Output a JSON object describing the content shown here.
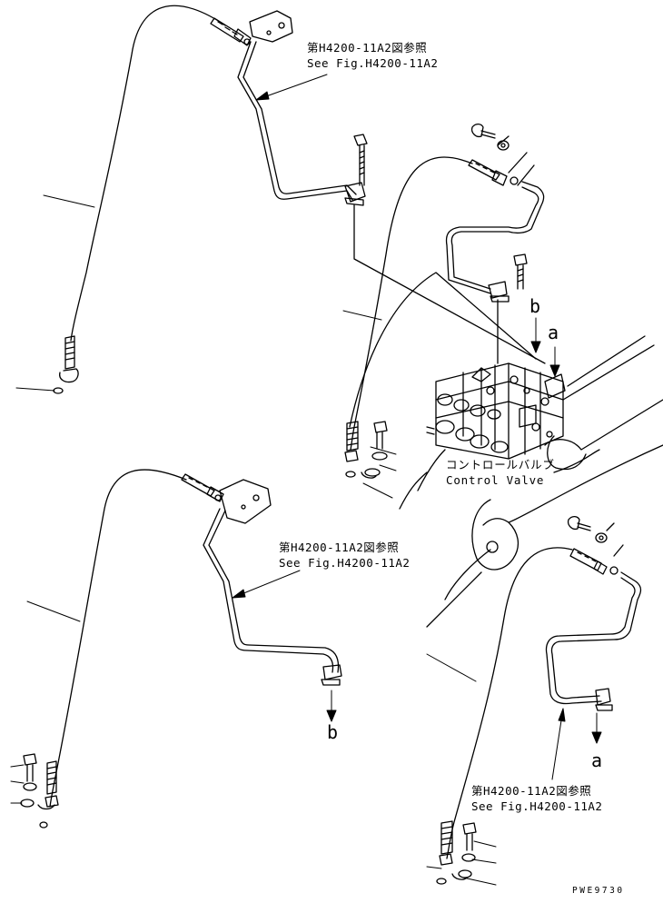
{
  "references": {
    "ref_top": {
      "jp": "第H4200-11A2図参照",
      "en": "See Fig.H4200-11A2"
    },
    "ref_middle": {
      "jp": "第H4200-11A2図参照",
      "en": "See Fig.H4200-11A2"
    },
    "ref_bottom": {
      "jp": "第H4200-11A2図参照",
      "en": "See Fig.H4200-11A2"
    }
  },
  "control_valve": {
    "jp": "コントロールバルブ",
    "en": "Control Valve"
  },
  "markers": {
    "a": "a",
    "b": "b"
  },
  "drawing_code": "PWE9730"
}
